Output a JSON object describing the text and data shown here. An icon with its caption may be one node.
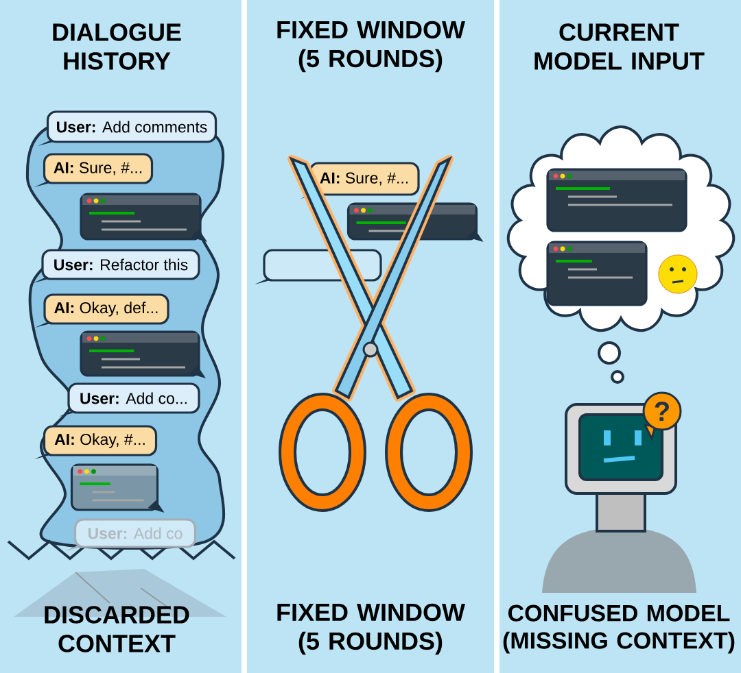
{
  "diagram": {
    "nodes": [
      {
        "text": [
          "**User:** Add comments"
        ]
      },
      {
        "text": [
          "**AI:** Sure, #..."
        ]
      },
      {
        "text": [],
        "shape": "box"
      },
      {
        "text": [
          "**User:** Refactor this"
        ]
      },
      {
        "text": [
          "**AI:** Okay, def..."
        ]
      },
      {
        "text": [],
        "shape": "box"
      },
      {
        "text": [
          "**User:** Add co..."
        ]
      },
      {
        "text": [
          "**AI:** Okay, #..."
        ]
      },
      {
        "text": [],
        "shape": "box"
      },
      {
        "text": [
          "**User:** Add co"
        ]
      },
      {
        "text": [
          "**AI:** Sure, #..."
        ]
      },
      {
        "text": [],
        "shape": "box"
      },
      {
        "text": [],
        "shape": "box"
      },
      {
        "text": [],
        "shape": "cloud"
      },
      {
        "text": [],
        "shape": "box",
        "in": 13
      },
      {
        "text": [],
        "shape": "box",
        "in": 13
      }
    ],
    "labels": [
      "DIALOGUE HISTORY",
      "FIXED WINDOW (5 ROUNDS)",
      "CURRENT MODEL INPUT",
      "?",
      "DISCARDED CONTEXT",
      "FIXED WINDOW (5 ROUNDS)",
      "CONFUSED MODEL (MISSING CONTEXT)"
    ]
  }
}
